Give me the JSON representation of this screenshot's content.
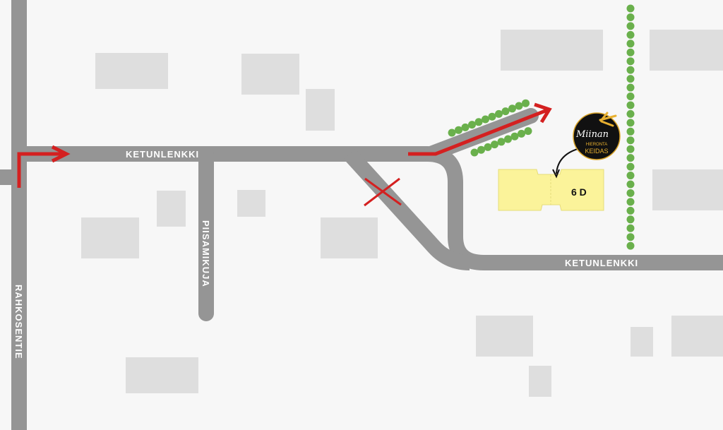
{
  "streets": {
    "ketunlenkki_west": "KETUNLENKKI",
    "ketunlenkki_east": "KETUNLENKKI",
    "piisamikuja": "PIISAMIKUJA",
    "rahkosentie": "RAHKOSENTIE"
  },
  "destination": {
    "label": "6 D"
  },
  "logo": {
    "name": "Miinan",
    "line2": "HIERONTA",
    "line3": "KEIDAS"
  },
  "colors": {
    "road": "#959595",
    "route": "#d42020",
    "trees": "#6ab04c",
    "destination": "#fbf39a",
    "building": "#dedede",
    "background": "#f7f7f7"
  }
}
